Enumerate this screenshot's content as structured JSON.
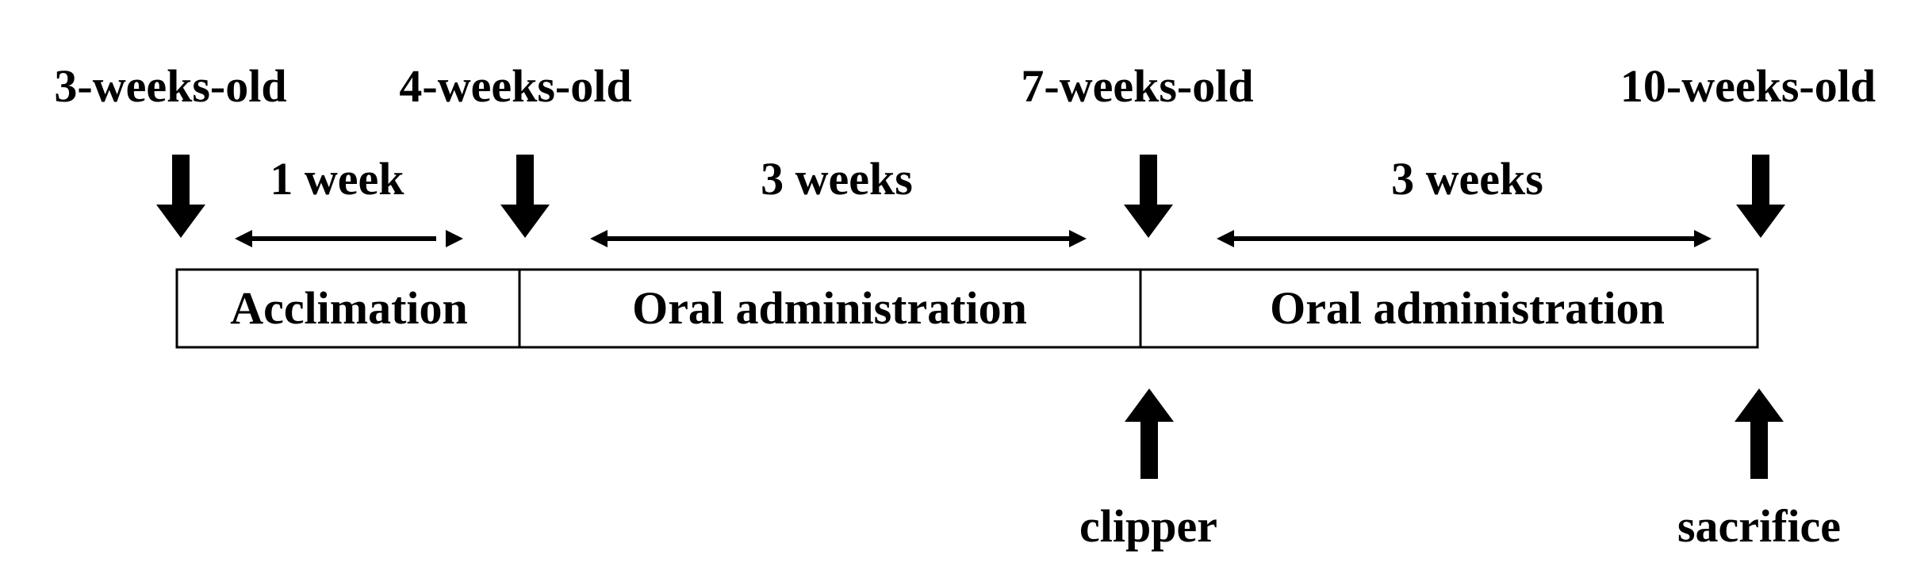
{
  "timeline": {
    "ages": [
      {
        "label": "3-weeks-old"
      },
      {
        "label": "4-weeks-old"
      },
      {
        "label": "7-weeks-old"
      },
      {
        "label": "10-weeks-old"
      }
    ],
    "durations": [
      {
        "label": "1 week"
      },
      {
        "label": "3 weeks"
      },
      {
        "label": "3 weeks"
      }
    ],
    "phases": [
      {
        "label": "Acclimation"
      },
      {
        "label": "Oral administration"
      },
      {
        "label": "Oral administration"
      }
    ],
    "events": [
      {
        "label": "clipper"
      },
      {
        "label": "sacrifice"
      }
    ]
  }
}
